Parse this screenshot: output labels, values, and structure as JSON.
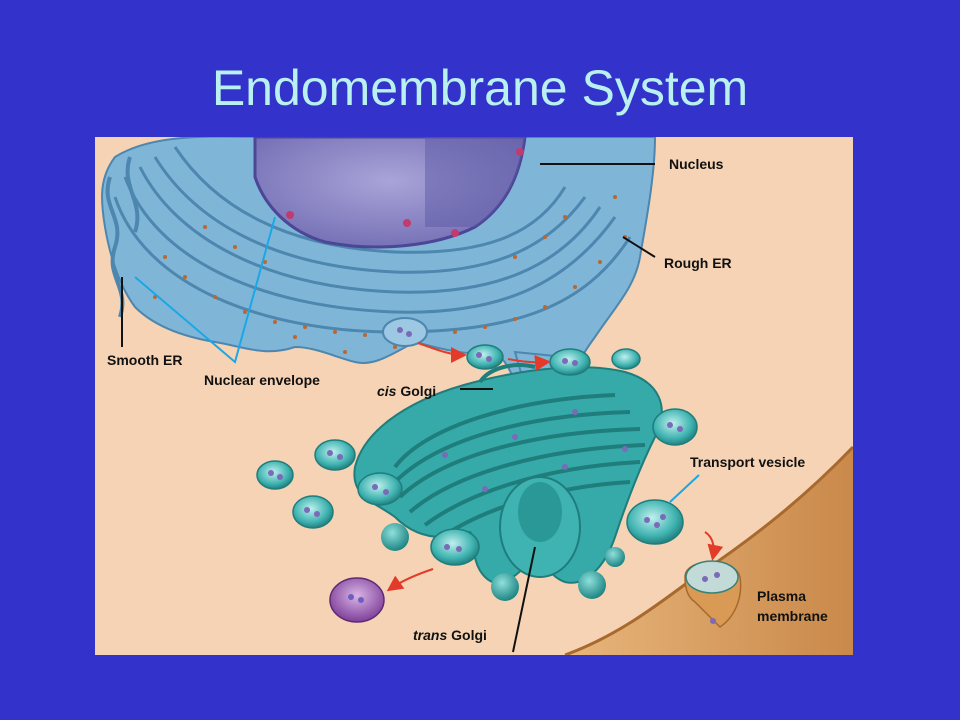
{
  "slide": {
    "title": "Endomembrane System"
  },
  "labels": {
    "nucleus": "Nucleus",
    "rough_er": "Rough ER",
    "smooth_er": "Smooth ER",
    "nuclear_envelope": "Nuclear envelope",
    "cis_prefix": "cis",
    "cis_suffix": " Golgi",
    "transport_vesicle": "Transport vesicle",
    "trans_prefix": "trans",
    "trans_suffix": " Golgi",
    "plasma_line1": "Plasma",
    "plasma_line2": "membrane"
  },
  "colors": {
    "background": "#3333cc",
    "title": "#b9f0f0",
    "cytoplasm": "#f5d3b4",
    "er": "#7fb6d8",
    "golgi": "#35aaa9",
    "nucleus": "#8a86c6",
    "membrane": "#d89a55",
    "arrow": "#e23b2a",
    "leader_blue": "#1aa7e6"
  }
}
